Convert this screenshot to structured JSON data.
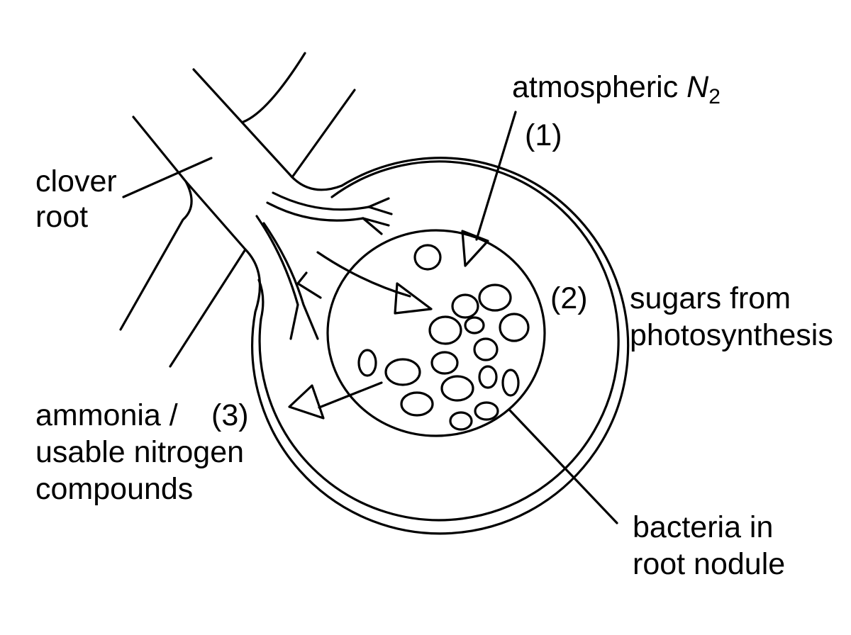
{
  "labels": {
    "clover_root": [
      "clover",
      "root"
    ],
    "atmospheric": {
      "prefix": "atmospheric ",
      "symbol": "N",
      "subscript": "2"
    },
    "step_1": "(1)",
    "step_2": "(2)",
    "step_3": "(3)",
    "sugars": [
      "sugars from",
      "photosynthesis"
    ],
    "ammonia": [
      "ammonia /",
      "usable nitrogen",
      "compounds"
    ],
    "bacteria": [
      "bacteria in",
      "root nodule"
    ]
  },
  "colors": {
    "line": "#000000",
    "background": "#ffffff"
  }
}
